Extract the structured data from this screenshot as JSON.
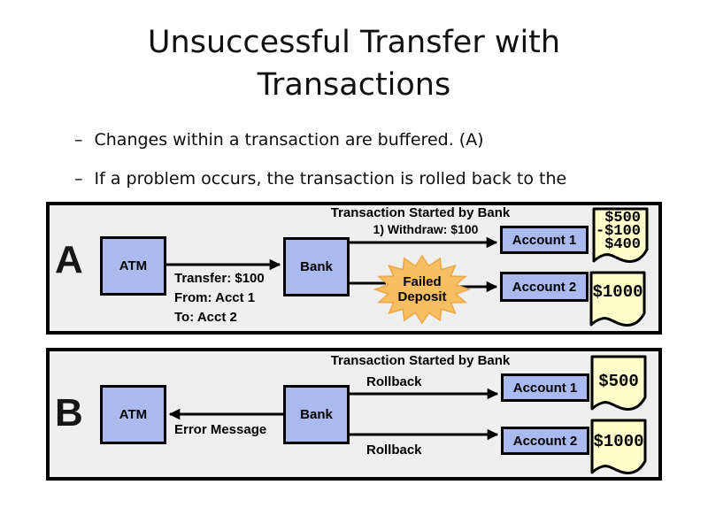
{
  "slide": {
    "title": "Unsuccessful Transfer with Transactions",
    "bullets": [
      {
        "marker": "–",
        "text": "Changes within a transaction are buffered. (A)"
      },
      {
        "marker": "–",
        "text": "If a problem occurs, the transaction is rolled back to the"
      }
    ]
  },
  "colors": {
    "box_fill": "#aab9ee",
    "note_fill": "#ffffcc",
    "panel_bg": "#efefef",
    "star_fill": "#f8be62",
    "border": "#000000"
  },
  "panel_a": {
    "label": "A",
    "header": "Transaction Started by Bank",
    "withdraw_label": "1) Withdraw: $100",
    "atm_label": "ATM",
    "bank_label": "Bank",
    "transfer_lines": [
      "Transfer: $100",
      "From: Acct 1",
      "To: Acct 2"
    ],
    "burst_line1": "Failed",
    "burst_line2": "Deposit",
    "account1_label": "Account 1",
    "account2_label": "Account 2",
    "note1_lines": [
      "$500",
      "-$100",
      "$400"
    ],
    "note2_text": "$1000"
  },
  "panel_b": {
    "label": "B",
    "header": "Transaction Started by Bank",
    "atm_label": "ATM",
    "bank_label": "Bank",
    "error_label": "Error Message",
    "rollback1_label": "Rollback",
    "rollback2_label": "Rollback",
    "account1_label": "Account 1",
    "account2_label": "Account 2",
    "note1_text": "$500",
    "note2_text": "$1000"
  }
}
